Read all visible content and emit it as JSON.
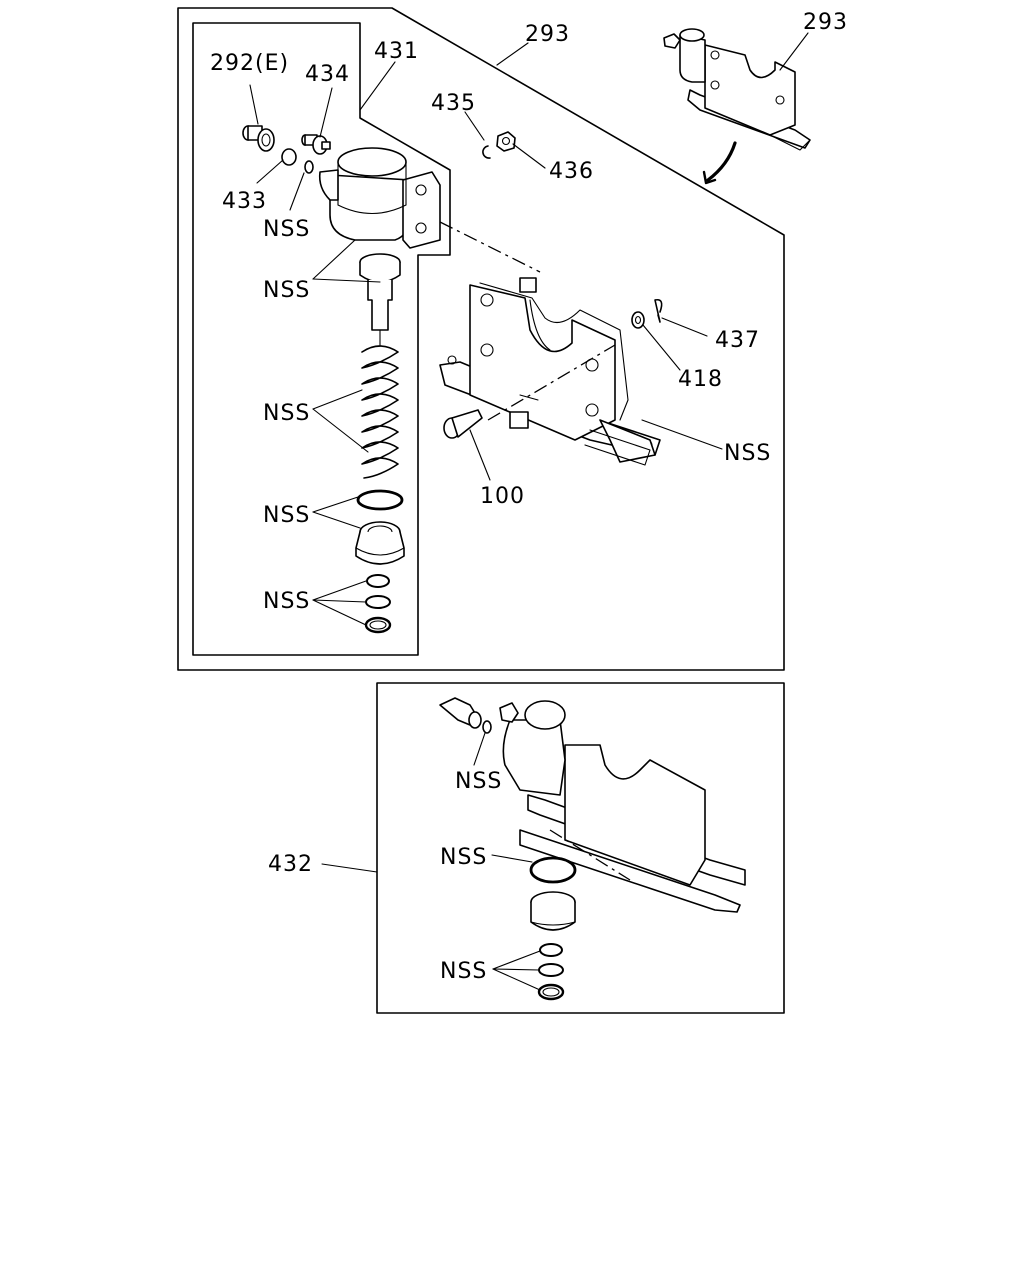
{
  "labels": {
    "l292e": "292(E)",
    "l434": "434",
    "l431": "431",
    "l293a": "293",
    "l293b": "293",
    "l435": "435",
    "l436": "436",
    "l433": "433",
    "nss_oring_top": "NSS",
    "nss_piston": "NSS",
    "l437": "437",
    "l418": "418",
    "nss_spring": "NSS",
    "nss_bracket": "NSS",
    "l100": "100",
    "nss_seal": "NSS",
    "nss_rings": "NSS",
    "nss_inset_oring": "NSS",
    "l432": "432",
    "nss_inset_seal": "NSS",
    "nss_inset_rings": "NSS"
  }
}
